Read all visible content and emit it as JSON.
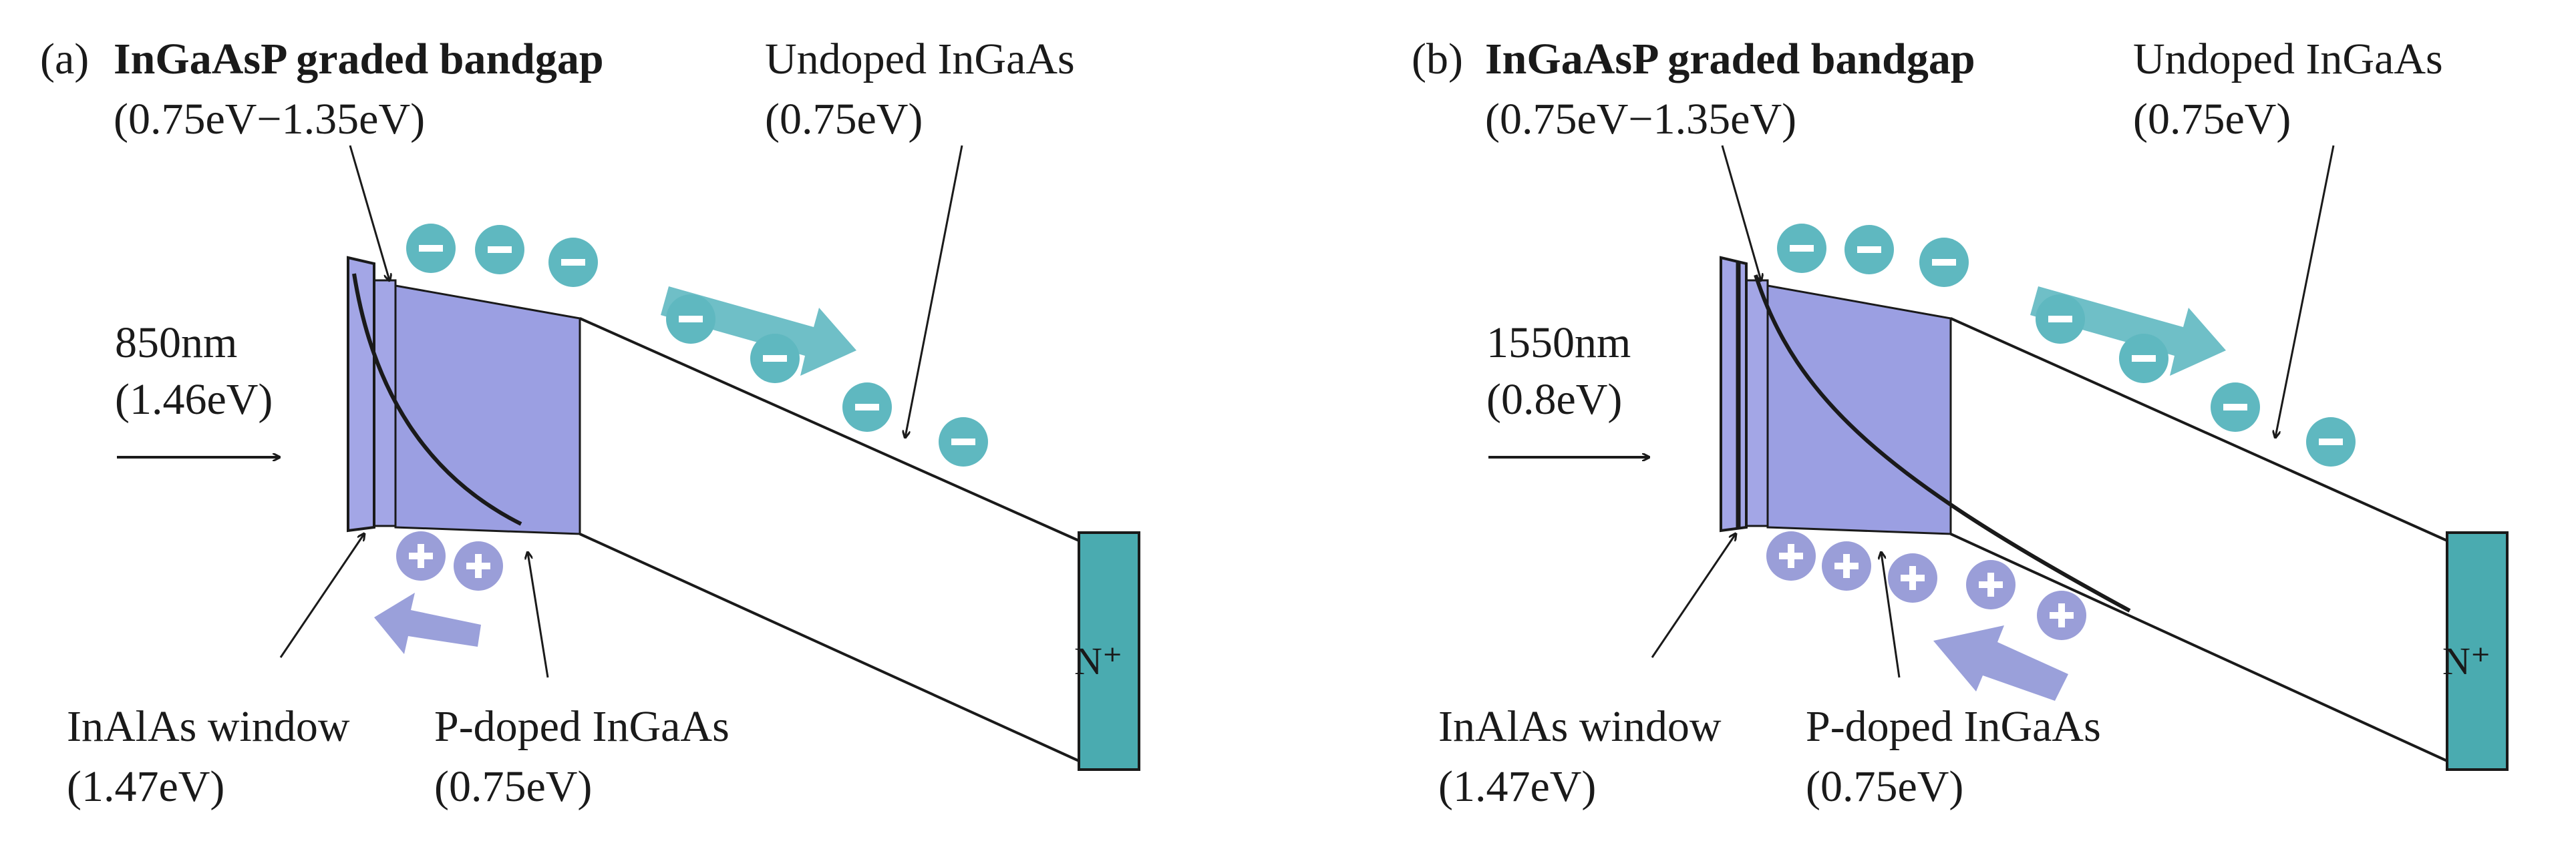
{
  "colors": {
    "electron": "#5fb8c0",
    "electron_arrow": "#6fbfc7",
    "hole": "#9a9ed8",
    "hole_arrow": "#9aa0da",
    "absorber": "#9b9fe2",
    "window": "#a3a6e6",
    "n_contact": "#4aabb0",
    "line": "#1a1a1a"
  },
  "panels": [
    {
      "label": "(a)",
      "graded_title": "InGaAsP graded bandgap",
      "graded_range": "(0.75eV−1.35eV)",
      "undoped_name": "Undoped InGaAs",
      "undoped_bandgap": "(0.75eV)",
      "wavelength": "850nm",
      "photon_energy": "(1.46eV)",
      "window_name": "InAlAs window",
      "window_bandgap": "(1.47eV)",
      "pdoped_name": "P-doped InGaAs",
      "pdoped_bandgap": "(0.75eV)",
      "n_contact": "N⁺",
      "electron_count": 7,
      "hole_count": 2
    },
    {
      "label": "(b)",
      "graded_title": "InGaAsP graded bandgap",
      "graded_range": "(0.75eV−1.35eV)",
      "undoped_name": "Undoped InGaAs",
      "undoped_bandgap": "(0.75eV)",
      "wavelength": "1550nm",
      "photon_energy": "(0.8eV)",
      "window_name": "InAlAs window",
      "window_bandgap": "(1.47eV)",
      "pdoped_name": "P-doped InGaAs",
      "pdoped_bandgap": "(0.75eV)",
      "n_contact": "N⁺",
      "electron_count": 7,
      "hole_count": 5
    }
  ]
}
